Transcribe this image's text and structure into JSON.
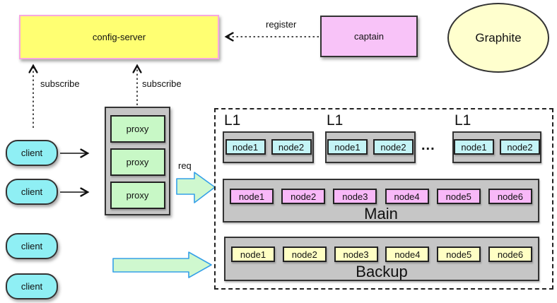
{
  "entities": {
    "config_server": "config-server",
    "captain": "captain",
    "graphite": "Graphite"
  },
  "edges": {
    "register": "register",
    "subscribe_left": "subscribe",
    "subscribe_right": "subscribe",
    "req": "req"
  },
  "clients": [
    "client",
    "client",
    "client",
    "client"
  ],
  "proxies": [
    "proxy",
    "proxy",
    "proxy"
  ],
  "cluster": {
    "l1_groups": [
      {
        "label": "L1",
        "nodes": [
          "node1",
          "node2"
        ]
      },
      {
        "label": "L1",
        "nodes": [
          "node1",
          "node2"
        ]
      },
      {
        "label": "L1",
        "nodes": [
          "node1",
          "node2"
        ]
      }
    ],
    "ellipsis": "...",
    "main": {
      "label": "Main",
      "nodes": [
        "node1",
        "node2",
        "node3",
        "node4",
        "node5",
        "node6"
      ]
    },
    "backup": {
      "label": "Backup",
      "nodes": [
        "node1",
        "node2",
        "node3",
        "node4",
        "node5",
        "node6"
      ]
    }
  },
  "colors": {
    "config_server_fill": "#FFFF72",
    "config_server_border": "#F7A8DE",
    "captain_fill": "#F8C3F8",
    "graphite_fill": "#FFFFCE",
    "container_gray": "#C6C6C6",
    "proxy_fill": "#C8F8C6",
    "client_fill": "#8FEFF4",
    "l1_node_fill": "#C4F4F6",
    "main_node_fill": "#F8B8F8",
    "backup_node_fill": "#FFFFC4",
    "block_arrow_fill": "#CFF8CF",
    "block_arrow_border": "#35A0E8",
    "line_color": "#111111"
  }
}
